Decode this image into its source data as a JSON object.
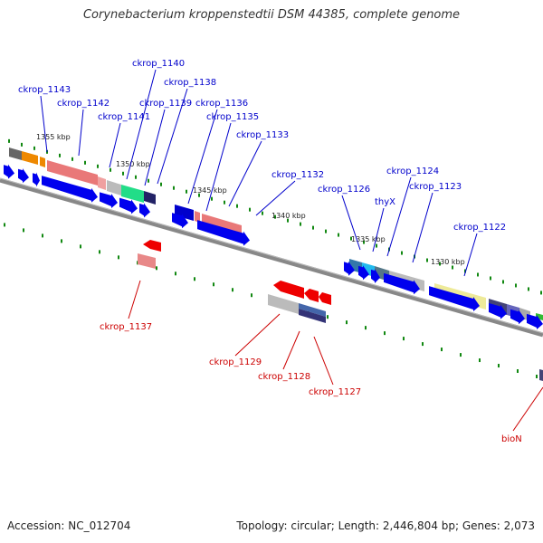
{
  "title": "Corynebacterium kroppenstedtii DSM 44385, complete genome",
  "footer": {
    "accession": "Accession: NC_012704",
    "topology": "Topology: circular; Length: 2,446,804 bp; Genes: 2,073"
  },
  "colors": {
    "backbone": "#7a7a7a",
    "forward_label": "#0000cc",
    "reverse_label": "#cc0000",
    "cds_arrow": "#0000ee",
    "tick": "#118811"
  },
  "kbp_marks": [
    "1355 kbp",
    "1350 kbp",
    "1345 kbp",
    "1340 kbp",
    "1335 kbp",
    "1330 kbp"
  ],
  "forward_genes": [
    "ckrop_1143",
    "ckrop_1142",
    "ckrop_1141",
    "ckrop_1140",
    "ckrop_1139",
    "ckrop_1138",
    "ckrop_1136",
    "ckrop_1135",
    "ckrop_1133",
    "ckrop_1132",
    "ckrop_1126",
    "thyX",
    "ckrop_1124",
    "ckrop_1123",
    "ckrop_1122"
  ],
  "reverse_genes": [
    "ckrop_1137",
    "ckrop_1129",
    "ckrop_1128",
    "ckrop_1127",
    "bioN"
  ]
}
